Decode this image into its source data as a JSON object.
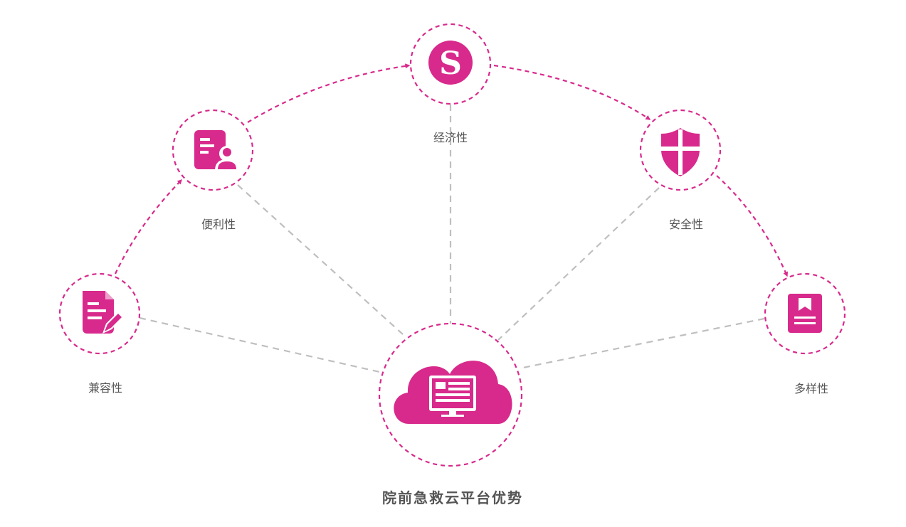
{
  "title": "院前急救云平台优势",
  "colors": {
    "accent": "#d82a8c",
    "connector": "#bfbfbf",
    "text": "#555555"
  },
  "center": {
    "icon": "cloud-monitor-icon"
  },
  "nodes": [
    {
      "id": "compatibility",
      "label": "兼容性",
      "icon": "document-edit-icon"
    },
    {
      "id": "convenience",
      "label": "便利性",
      "icon": "user-document-icon"
    },
    {
      "id": "economy",
      "label": "经济性",
      "icon": "s-coin-icon"
    },
    {
      "id": "security",
      "label": "安全性",
      "icon": "shield-icon"
    },
    {
      "id": "diversity",
      "label": "多样性",
      "icon": "bookmark-book-icon"
    }
  ]
}
